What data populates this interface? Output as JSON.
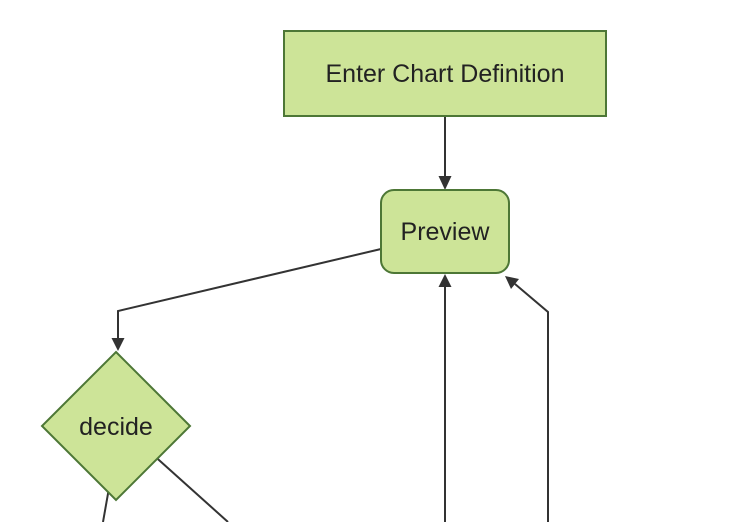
{
  "app": {
    "name": "flowchart-preview"
  },
  "colors": {
    "background": "#ffffff",
    "node_fill": "#cde498",
    "node_border": "#4d7736",
    "edge_line": "#333333",
    "arrowhead": "#333333",
    "label_text": "#222222"
  },
  "diagram": {
    "type": "flowchart",
    "orientation": "top-down",
    "nodes": [
      {
        "id": "enter-chart-definition",
        "label": "Enter Chart Definition",
        "shape": "rectangle"
      },
      {
        "id": "preview",
        "label": "Preview",
        "shape": "rounded-rectangle"
      },
      {
        "id": "decide",
        "label": "decide",
        "shape": "diamond"
      }
    ],
    "edges": [
      {
        "from": "enter-chart-definition",
        "to": "preview",
        "arrow": true
      },
      {
        "from": "preview",
        "to": "decide",
        "arrow": true
      },
      {
        "from": "decide",
        "to": "offscreen-bottom-left",
        "arrow": false,
        "clipped": "bottom edge"
      },
      {
        "from": "decide",
        "to": "offscreen-bottom-right",
        "arrow": false,
        "clipped": "bottom edge"
      },
      {
        "from": "offscreen-bottom-center",
        "to": "preview",
        "arrow": true,
        "clipped": "bottom edge"
      },
      {
        "from": "offscreen-bottom-right",
        "to": "preview",
        "arrow": true,
        "clipped": "bottom edge"
      }
    ]
  }
}
